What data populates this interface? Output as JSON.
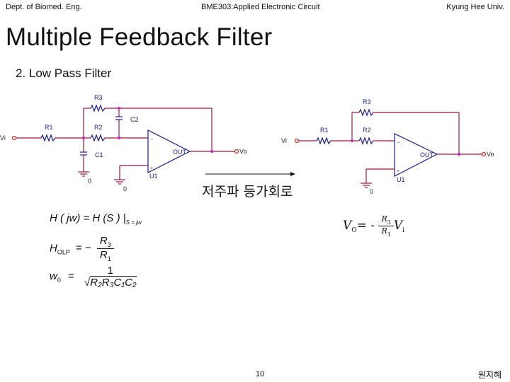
{
  "header": {
    "left": "Dept. of Biomed. Eng.",
    "center": "BME303:Applied Electronic Circuit",
    "right": "Kyung Hee Univ."
  },
  "title": "Multiple Feedback Filter",
  "subtitle": "2. Low Pass Filter",
  "circuit_left": {
    "labels": {
      "r1": "R1",
      "r2": "R2",
      "r3": "R3",
      "c1": "C1",
      "c2": "C2",
      "vi": "Vi",
      "vo": "Vo",
      "out": "OUT",
      "u1": "U1",
      "minus": "-",
      "plus": "+",
      "gnd1": "0",
      "gnd2": "0"
    }
  },
  "circuit_right": {
    "labels": {
      "r1": "R1",
      "r2": "R2",
      "r3": "R3",
      "vi": "Vi",
      "vo": "Vo",
      "out": "OUT",
      "u1": "U1",
      "minus": "-",
      "plus": "+",
      "gnd": "0"
    }
  },
  "arrow_caption": "저주파 등가회로",
  "equations": {
    "eq1_lhs": "H ( jw) = H (S ) |",
    "eq1_sub": "S = jw",
    "eq2_lhs": "H",
    "eq2_sub": "OLP",
    "eq2_op": "= −",
    "eq2_num": "R",
    "eq2_num_sub": "3",
    "eq2_den": "R",
    "eq2_den_sub": "1",
    "eq3_lhs": "w",
    "eq3_sub": "0",
    "eq3_op": "=",
    "eq3_num": "1",
    "eq3_den": "R₂R₃C₁C₂"
  },
  "vo_equation": {
    "lhs": "V",
    "lhs_sub": "O",
    "op": "= -",
    "num": "R",
    "num_sub": "3",
    "den": "R",
    "den_sub": "1",
    "rhs": "V",
    "rhs_sub": "i"
  },
  "footer": {
    "page_number": "10",
    "author": "원지혜"
  },
  "colors": {
    "wire": "#a0143c",
    "component": "#1a1a9a",
    "node": "#cc22cc",
    "terminal": "#dd2222"
  }
}
